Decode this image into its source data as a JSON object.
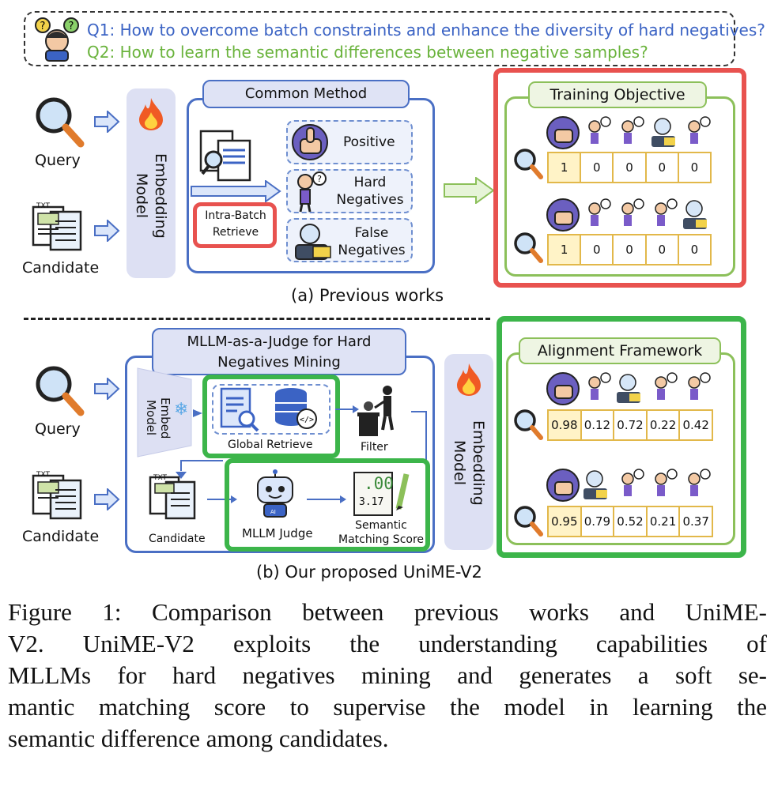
{
  "questions": {
    "q1": "Q1: How to overcome batch constraints and enhance the diversity of hard negatives?",
    "q2": "Q2: How to learn the semantic differences between negative samples?"
  },
  "top": {
    "query_label": "Query",
    "candidate_label": "Candidate",
    "embedding_model": "Embedding Model",
    "common_method": "Common Method",
    "positive": "Positive",
    "hard_negatives": "Hard Negatives",
    "false_negatives": "False Negatives",
    "intra_batch": "Intra-Batch Retrieve",
    "training_objective": "Training Objective",
    "row1_scores": [
      "1",
      "0",
      "0",
      "0",
      "0"
    ],
    "row2_scores": [
      "1",
      "0",
      "0",
      "0",
      "0"
    ],
    "section_caption": "(a) Previous works"
  },
  "bottom": {
    "query_label": "Query",
    "candidate_label": "Candidate",
    "judge_header": "MLLM-as-a-Judge for Hard Negatives Mining",
    "embed_model": "Embed Model",
    "global_retrieve": "Global Retrieve",
    "filter": "Filter",
    "candidate_small": "Candidate",
    "mllm_judge": "MLLM Judge",
    "semantic_score": "Semantic Matching Score",
    "score_doc_top": ".00",
    "score_doc_bottom": "3.17",
    "ai_label": "AI",
    "embedding_model": "Embedding Model",
    "alignment_framework": "Alignment Framework",
    "row1_scores": [
      "0.98",
      "0.12",
      "0.72",
      "0.22",
      "0.42"
    ],
    "row2_scores": [
      "0.95",
      "0.79",
      "0.52",
      "0.21",
      "0.37"
    ],
    "section_caption": "(b) Our proposed UniME-V2"
  },
  "doc_icon_label": "TXT",
  "caption_lines": [
    "Figure 1: Comparison between previous works and UniME-",
    "V2. UniME-V2 exploits the understanding capabilities of",
    "MLLMs for hard negatives mining and generates a soft se-",
    "mantic matching score to supervise the model in learning the",
    "semantic difference among candidates."
  ],
  "colors": {
    "blue": "#4a6fc4",
    "green": "#3cb54a",
    "red": "#e8524f",
    "gold": "#e2b84a"
  }
}
